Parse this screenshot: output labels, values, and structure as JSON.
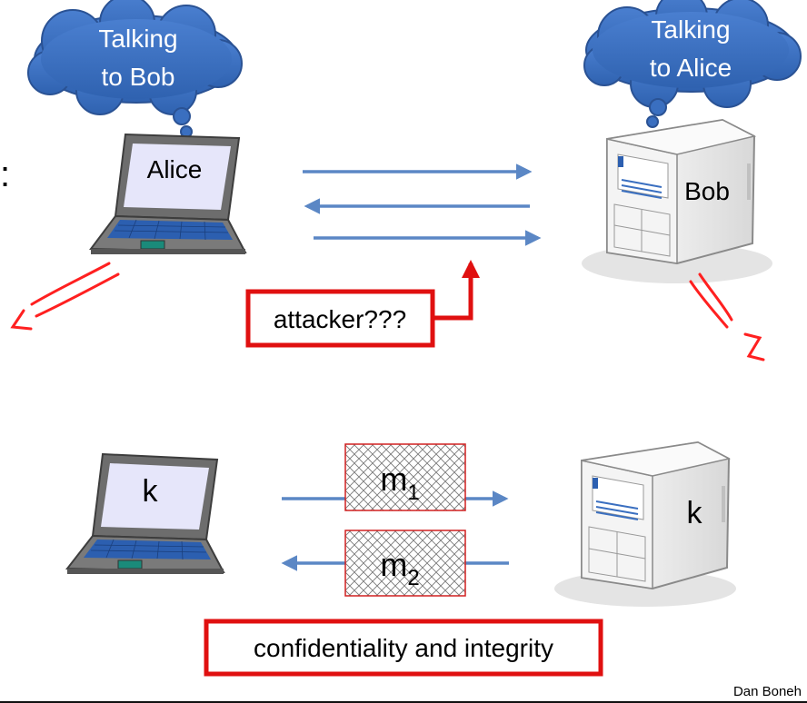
{
  "top": {
    "cloud_left": {
      "line1": "Talking",
      "line2": "to Bob"
    },
    "cloud_right": {
      "line1": "Talking",
      "line2": "to Alice"
    },
    "laptop_label": "Alice",
    "server_label": "Bob",
    "attacker_label": "attacker???",
    "partial_char": ":"
  },
  "bottom": {
    "laptop_label": "k",
    "server_label": "k",
    "msg1": {
      "base": "m",
      "sub": "1"
    },
    "msg2": {
      "base": "m",
      "sub": "2"
    },
    "caption": "confidentiality and integrity"
  },
  "footer": "Dan Boneh",
  "colors": {
    "cloud": "#3a6fc0",
    "cloud_edge": "#2a5294",
    "arrow": "#5b87c5",
    "red": "#e01010",
    "hand_red": "#ff2020",
    "laptop_body": "#6d6d6d",
    "screen": "#e6e6fa",
    "keyboard": "#2c5fb0",
    "server": "#f2f2f2"
  },
  "icons": [
    "cloud-icon",
    "laptop-icon",
    "server-icon",
    "arrow-icon",
    "hatched-message-box"
  ]
}
